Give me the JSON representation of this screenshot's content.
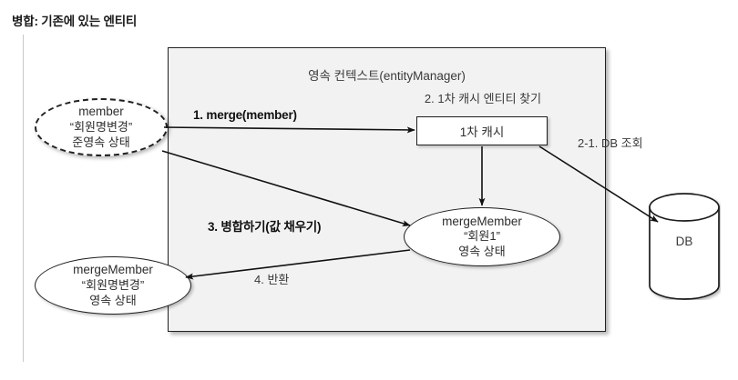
{
  "title": "병합: 기존에 있는 엔티티",
  "persistence_context": {
    "label": "영속 컨텍스트(entityManager)",
    "first_cache": {
      "caption": "2. 1차 캐시 엔티티 찾기",
      "box_label": "1차 캐시"
    }
  },
  "nodes": {
    "member_detached": {
      "name": "member",
      "value": "“회원명변경”",
      "state": "준영속 상태"
    },
    "merge_member_managed": {
      "name": "mergeMember",
      "value": "“회원1”",
      "state": "영속 상태"
    },
    "merge_member_returned": {
      "name": "mergeMember",
      "value": "“회원명변경”",
      "state": "영속 상태"
    },
    "database": {
      "label": "DB"
    }
  },
  "edges": {
    "merge_call": "1. merge(member)",
    "db_query": "2-1.  DB 조회",
    "merge_fill": "3. 병합하기(값 채우기)",
    "return": "4. 반환"
  },
  "colors": {
    "context_fill": "#f2f2f2",
    "stroke": "#1f1f1f",
    "text": "#3a3a3a",
    "rule": "#c8c8c8"
  }
}
